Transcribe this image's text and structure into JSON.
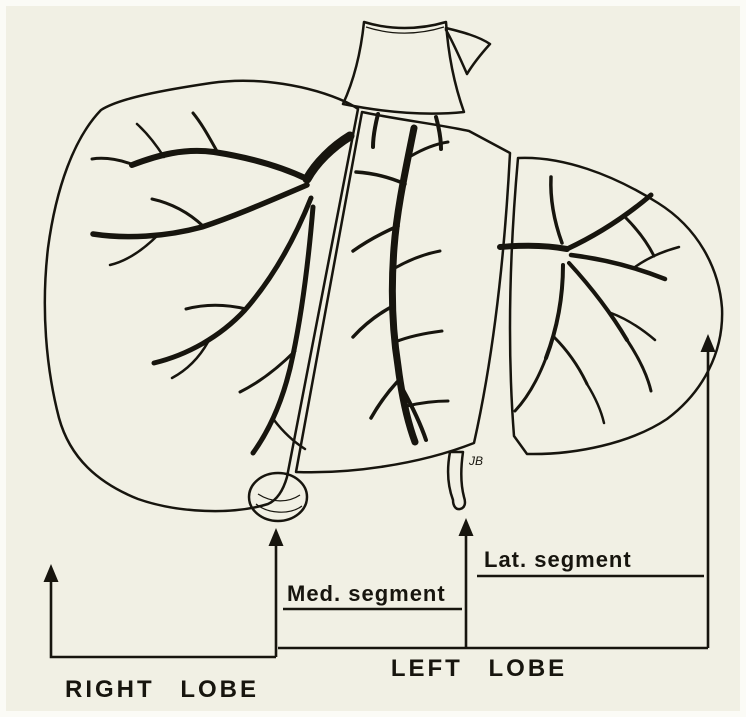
{
  "figure": {
    "colors": {
      "paper": "#f1f0e4",
      "ink": "#17150e"
    },
    "labels": {
      "right_lobe": "RIGHT LOBE",
      "left_lobe": "LEFT LOBE",
      "med_segment": "Med. segment",
      "lat_segment": "Lat. segment",
      "signature": "JB"
    }
  }
}
